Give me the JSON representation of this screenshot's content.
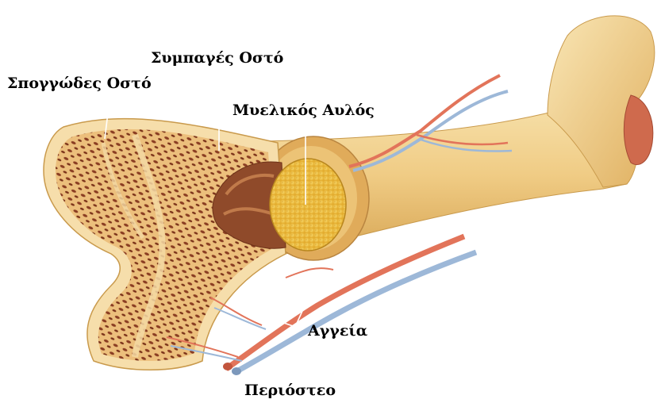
{
  "labels": {
    "compact_bone": "Συμπαγές Οστό",
    "spongy_bone": "Σπογγώδες Οστό",
    "medullary_cavity": "Μυελικός Αυλός",
    "vessels": "Αγγεία",
    "periosteum": "Περιόστεο"
  },
  "colors": {
    "bone": "#f2d38e",
    "bone_shadow": "#d9ab55",
    "spongy": "#e9b874",
    "spongy_pores": "#8a3d22",
    "marrow": "#f2c648",
    "artery": "#e2745a",
    "vein": "#9db8d8",
    "leader_line": "#ffffff"
  }
}
